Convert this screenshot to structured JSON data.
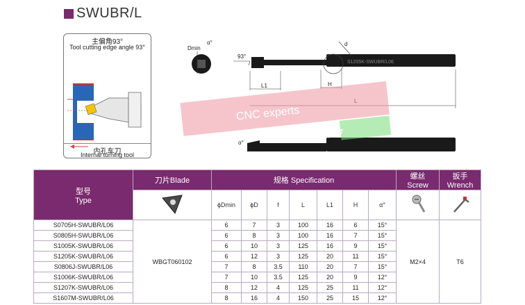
{
  "title": "SWUBR/L",
  "inset": {
    "top_cn": "主偏角93°",
    "top_en": "Tool cutting edge angle 93°",
    "bottom_cn": "内孔车刀",
    "bottom_en": "Internal turning tool"
  },
  "drawing": {
    "dmin_label": "Dmin",
    "alpha_label": "α°",
    "angle_label": "93°",
    "d_label": "d",
    "l1_label": "L1",
    "h_label": "H",
    "l_label": "L",
    "tool_text": "S1205K-SWUBR/L06"
  },
  "watermark": {
    "line1": "CNC experts",
    "line2": "store:1707787"
  },
  "table": {
    "type_cn": "型号",
    "type_en": "Type",
    "blade_header": "刀片Blade",
    "spec_header": "规格 Specification",
    "screw_cn": "螺丝",
    "screw_en": "Screw",
    "wrench_cn": "扳手",
    "wrench_en": "Wrench",
    "sub_headers": [
      "ϕDmin",
      "ϕD",
      "f",
      "L",
      "L1",
      "H",
      "α°"
    ],
    "blade_value": "WBGT060102",
    "screw_value": "M2×4",
    "wrench_value": "T6",
    "rows": [
      {
        "type": "S0705H-SWUBR/L06",
        "dmin": "6",
        "d": "7",
        "f": "3",
        "l": "100",
        "l1": "16",
        "h": "6",
        "a": "15°"
      },
      {
        "type": "S0805H-SWUBR/L06",
        "dmin": "6",
        "d": "8",
        "f": "3",
        "l": "100",
        "l1": "16",
        "h": "7",
        "a": "15°"
      },
      {
        "type": "S1005K-SWUBR/L06",
        "dmin": "6",
        "d": "10",
        "f": "3",
        "l": "125",
        "l1": "16",
        "h": "9",
        "a": "15°"
      },
      {
        "type": "S1205K-SWUBR/L06",
        "dmin": "6",
        "d": "12",
        "f": "3",
        "l": "125",
        "l1": "20",
        "h": "11",
        "a": "15°"
      },
      {
        "type": "S0806J-SWUBR/L06",
        "dmin": "7",
        "d": "8",
        "f": "3.5",
        "l": "110",
        "l1": "20",
        "h": "7",
        "a": "15°"
      },
      {
        "type": "S1006K-SWUBR/L06",
        "dmin": "7",
        "d": "10",
        "f": "3.5",
        "l": "125",
        "l1": "20",
        "h": "9",
        "a": "12°"
      },
      {
        "type": "S1207K-SWUBR/L06",
        "dmin": "8",
        "d": "12",
        "f": "4",
        "l": "125",
        "l1": "25",
        "h": "11",
        "a": "12°"
      },
      {
        "type": "S1607M-SWUBR/L06",
        "dmin": "8",
        "d": "16",
        "f": "4",
        "l": "150",
        "l1": "25",
        "h": "15",
        "a": "12°"
      }
    ]
  }
}
